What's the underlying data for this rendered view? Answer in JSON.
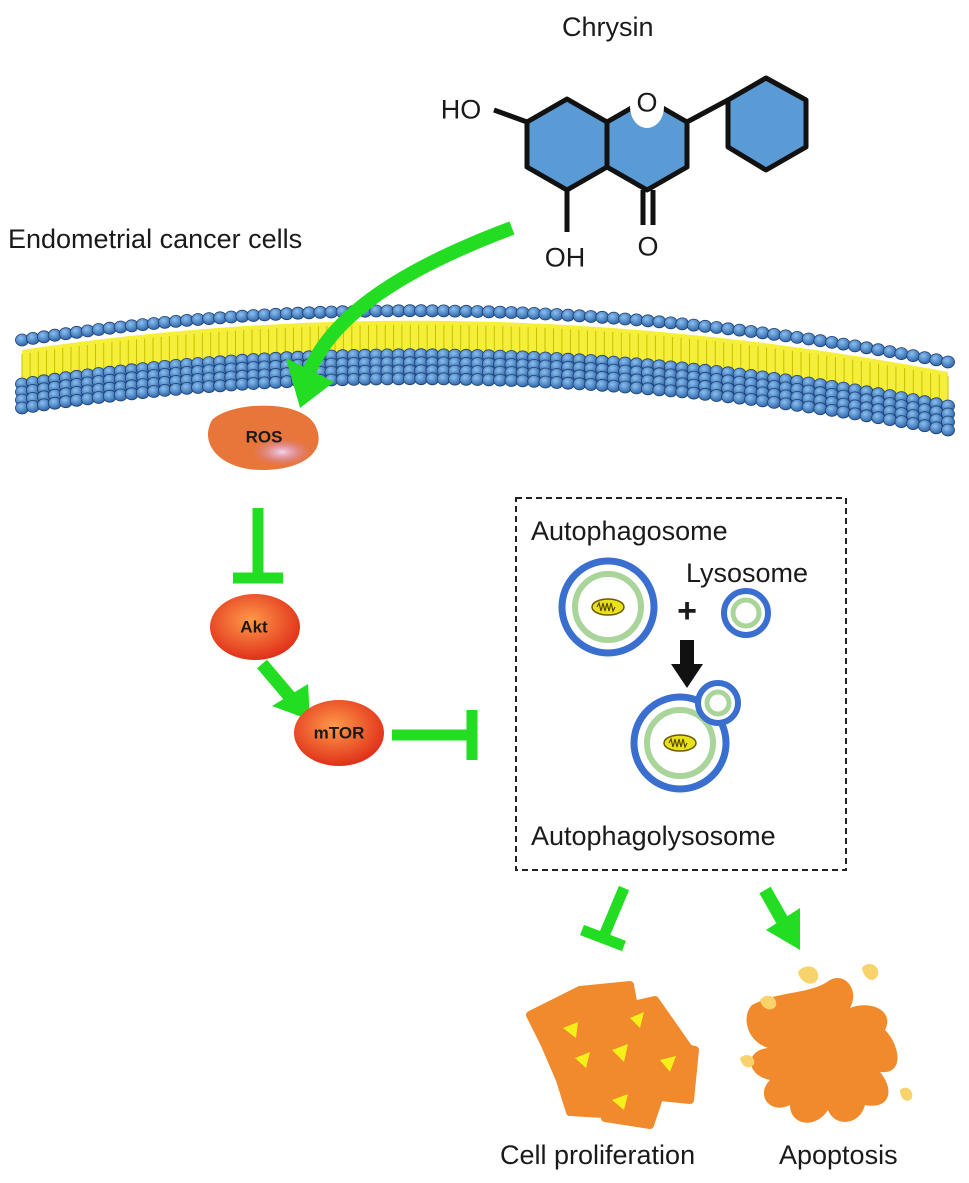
{
  "compound": {
    "name": "Chrysin",
    "atoms": {
      "ho": "HO",
      "oh": "OH",
      "ring_o": "O",
      "carbonyl_o": "O"
    }
  },
  "cell_label": "Endometrial cancer cells",
  "nodes": {
    "ros": "ROS",
    "akt": "Akt",
    "mtor": "mTOR"
  },
  "autophagy_box": {
    "autophagosome": "Autophagosome",
    "lysosome": "Lysosome",
    "plus": "+",
    "autophagolysosome": "Autophagolysosome"
  },
  "outcomes": {
    "proliferation": "Cell proliferation",
    "apoptosis": "Apoptosis"
  },
  "colors": {
    "activation_arrow": "#22dd22",
    "ring_fill": "#5b9bd5",
    "membrane_head": "#3f7fc0",
    "membrane_tail": "#f6ef3a",
    "ros_fill": "#e8763a",
    "node_fill": "#e83a1e",
    "cell_fill": "#f08a2c",
    "nucleus": "#f6ef1a",
    "vesicle_outer": "#3a6fd0",
    "vesicle_inner": "#a9d49a"
  },
  "icons": [
    "membrane-bilayer",
    "chrysin-structure",
    "mitochondrion-icon",
    "proliferating-cells-icon",
    "apoptotic-cell-icon"
  ]
}
